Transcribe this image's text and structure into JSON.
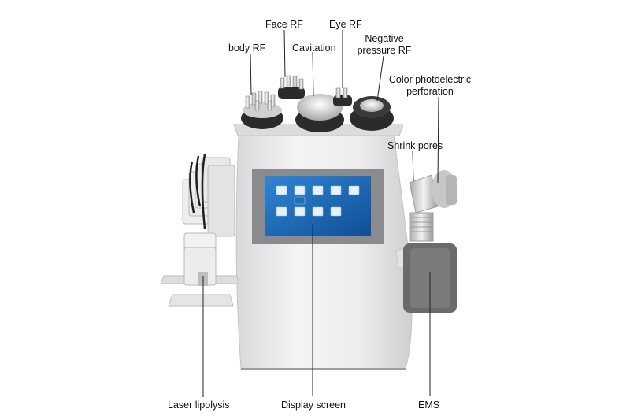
{
  "labels": {
    "face_rf": "Face RF",
    "eye_rf": "Eye RF",
    "body_rf": "body RF",
    "cavitation": "Cavitation",
    "negative_pressure_rf_line1": "Negative",
    "negative_pressure_rf_line2": "pressure RF",
    "color_photoelectric_line1": "Color photoelectric",
    "color_photoelectric_line2": "perforation",
    "shrink_pores": "Shrink pores",
    "laser_lipolysis": "Laser lipolysis",
    "display_screen": "Display screen",
    "ems": "EMS"
  },
  "colors": {
    "machine_body": "#e9e9ea",
    "screen_bezel": "#8a8a8c",
    "screen": "#1e6fb8",
    "handle_dark": "#2b2b2d",
    "ems_pad": "#6b6b6d",
    "leader_line": "#222222"
  },
  "icons": [
    "handpiece-icons-on-screen"
  ]
}
